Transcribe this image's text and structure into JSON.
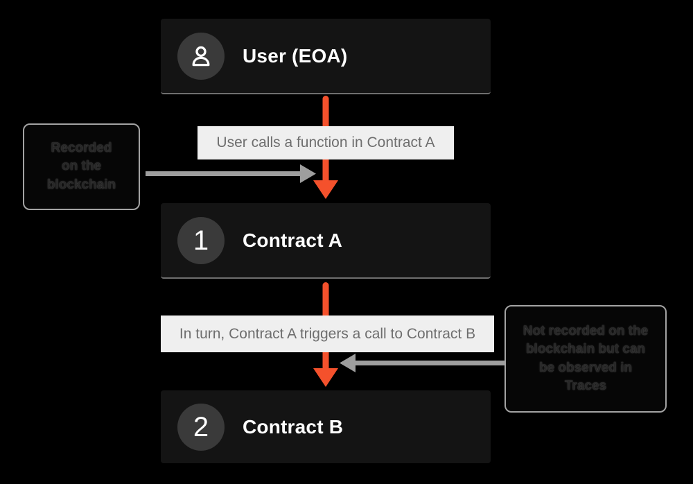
{
  "colors": {
    "background": "#000000",
    "node_bg": "#141414",
    "node_divider": "#6f6f6f",
    "badge_bg": "#3a3a3a",
    "title_text": "#ffffff",
    "orange": "#f4512c",
    "gray": "#9e9e9e",
    "caption_bg": "#efefef",
    "caption_text": "#6e6e6e"
  },
  "nodes": {
    "user": {
      "title": "User (EOA)",
      "icon": "user-icon"
    },
    "contract_a": {
      "badge": "1",
      "title": "Contract A"
    },
    "contract_b": {
      "badge": "2",
      "title": "Contract B"
    }
  },
  "captions": {
    "call_1": "User calls a function in Contract A",
    "call_2": "In turn, Contract A triggers a call to Contract B"
  },
  "notes": {
    "recorded": {
      "lines": [
        "Recorded",
        "on the",
        "blockchain"
      ]
    },
    "not_recorded": {
      "lines": [
        "Not recorded on the",
        "blockchain but can",
        "be observed in",
        "Traces"
      ]
    }
  }
}
